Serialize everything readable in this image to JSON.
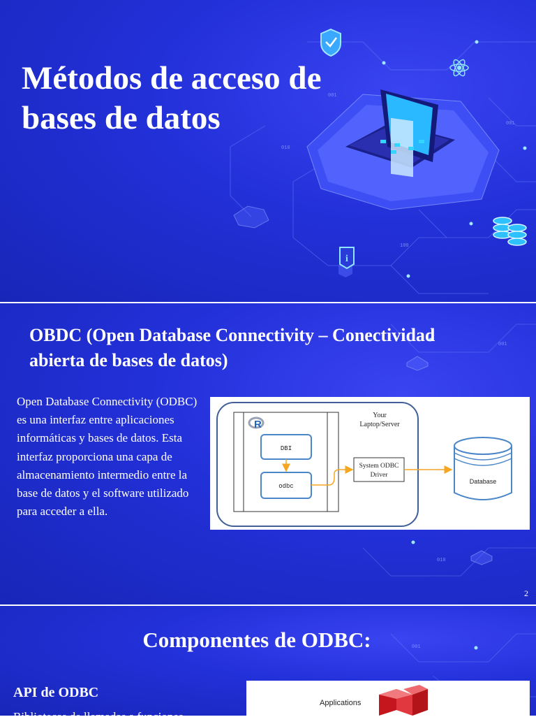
{
  "slide1": {
    "title": "Métodos de acceso de bases de datos",
    "icons": [
      "shield-check-icon",
      "atom-icon",
      "laptop-icon",
      "database-stack-icon",
      "info-icon"
    ],
    "decor_labels": [
      "001",
      "010",
      "100"
    ]
  },
  "slide2": {
    "title": "OBDC (Open Database Connectivity – Conectividad abierta de bases de datos)",
    "body": "Open Database Connectivity (ODBC) es una interfaz entre aplicaciones informáticas y bases de datos. Esta interfaz proporciona una capa de almacenamiento intermedio entre la base de datos y el software utilizado para acceder a ella.",
    "page_number": "2",
    "diagram": {
      "r_logo": "R",
      "box_dbi": "DBI",
      "box_odbc": "odbc",
      "machine_label_1": "Your",
      "machine_label_2": "Laptop/Server",
      "driver_label_1": "System ODBC",
      "driver_label_2": "Driver",
      "database_label": "Database"
    }
  },
  "slide3": {
    "title": "Componentes de ODBC:",
    "subtitle": "API de ODBC",
    "body_partial": "Bibliotecas de llamadas a funciones",
    "image_label": "Applications"
  },
  "colors": {
    "slide_bg": "#2230d8",
    "accent_cyan": "#4fd9ff",
    "arrow_orange": "#f5a623",
    "box_blue": "#4a86c8"
  }
}
